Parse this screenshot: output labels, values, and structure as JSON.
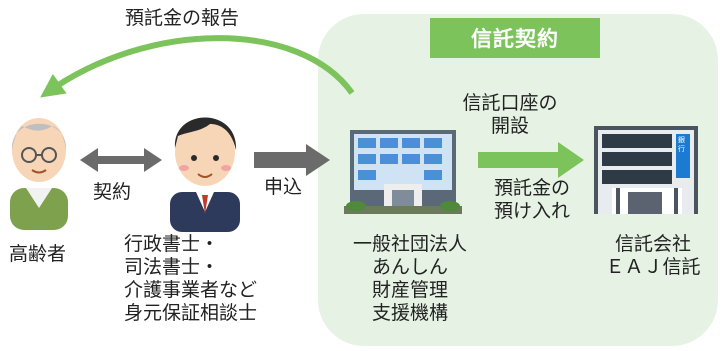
{
  "badge": {
    "label": "信託契約"
  },
  "flows": {
    "report": "預託金の報告",
    "contract": "契約",
    "apply": "申込",
    "account": [
      "信託口座の",
      "開設"
    ],
    "deposit": [
      "預託金の",
      "預け入れ"
    ]
  },
  "actors": {
    "elder": "高齢者",
    "professional": [
      "行政書士・",
      "司法書士・",
      "介護事業者など",
      "身元保証相談士"
    ],
    "organization": [
      "一般社団法人",
      "あんしん",
      "財産管理",
      "支援機構"
    ],
    "trust_company": [
      "信託会社",
      "ＥＡＪ信託"
    ]
  },
  "signs": {
    "bank": "銀行"
  },
  "colors": {
    "region": "#e6f3e4",
    "accent": "#7cc35c",
    "arrow_gray": "#6b6b6b"
  }
}
